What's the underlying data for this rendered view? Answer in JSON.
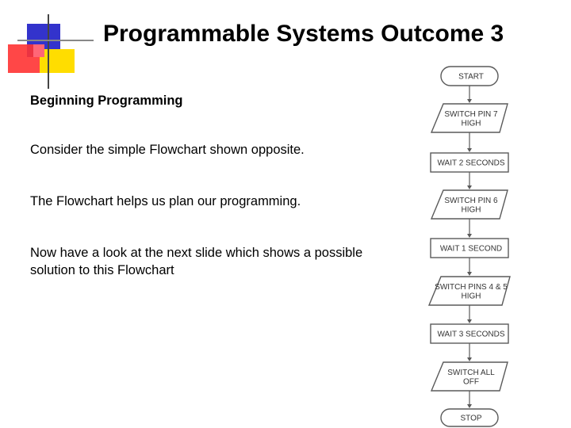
{
  "slide": {
    "title": "Programmable Systems Outcome 3",
    "paragraphs": [
      "Beginning Programming",
      "Consider the simple Flowchart shown opposite.",
      "The Flowchart helps us plan our programming.",
      "Now have a look at the next slide which shows a possible solution to this Flowchart"
    ]
  },
  "flowchart": {
    "nodes": [
      {
        "id": "start",
        "shape": "terminator",
        "lines": [
          "START"
        ]
      },
      {
        "id": "switch-pin-7",
        "shape": "parallelogram",
        "lines": [
          "SWITCH PIN 7",
          "HIGH"
        ]
      },
      {
        "id": "wait-2-seconds",
        "shape": "rectangle",
        "lines": [
          "WAIT 2 SECONDS"
        ]
      },
      {
        "id": "switch-pin-6",
        "shape": "parallelogram",
        "lines": [
          "SWITCH PIN 6",
          "HIGH"
        ]
      },
      {
        "id": "wait-1-second",
        "shape": "rectangle",
        "lines": [
          "WAIT 1 SECOND"
        ]
      },
      {
        "id": "switch-pins-4-5",
        "shape": "parallelogram",
        "lines": [
          "SWITCH PINS 4 & 5",
          "HIGH"
        ]
      },
      {
        "id": "wait-3-seconds",
        "shape": "rectangle",
        "lines": [
          "WAIT 3 SECONDS"
        ]
      },
      {
        "id": "switch-all-off",
        "shape": "parallelogram",
        "lines": [
          "SWITCH ALL",
          "OFF"
        ]
      },
      {
        "id": "stop",
        "shape": "terminator",
        "lines": [
          "STOP"
        ]
      }
    ]
  },
  "colors": {
    "decor_blue": "#3333cc",
    "decor_yellow": "#ffdd00",
    "decor_red": "#ff3333",
    "flow_stroke": "#5a5a5a"
  }
}
